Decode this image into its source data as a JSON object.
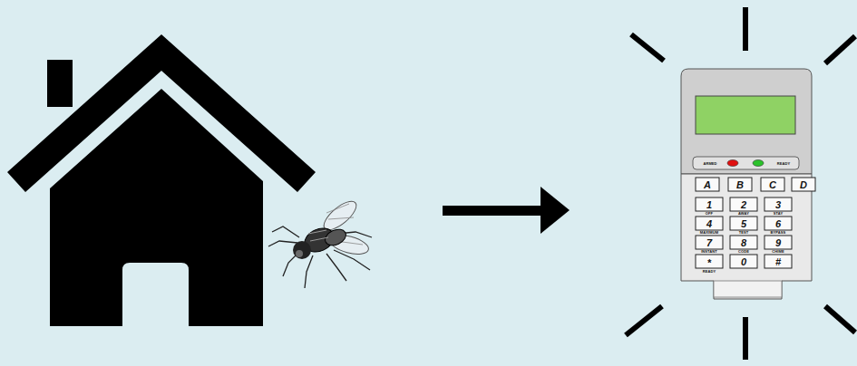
{
  "diagram": {
    "labels": [
      "ARMED",
      "READY",
      "A",
      "B",
      "C",
      "D",
      "1",
      "2",
      "3",
      "OFF",
      "AWAY",
      "STAY",
      "4",
      "5",
      "6",
      "MAXIMUM",
      "TEST",
      "BYPASS",
      "7",
      "8",
      "9",
      "INSTANT",
      "CODE",
      "CHIME",
      "*",
      "0",
      "#",
      "READY"
    ]
  }
}
